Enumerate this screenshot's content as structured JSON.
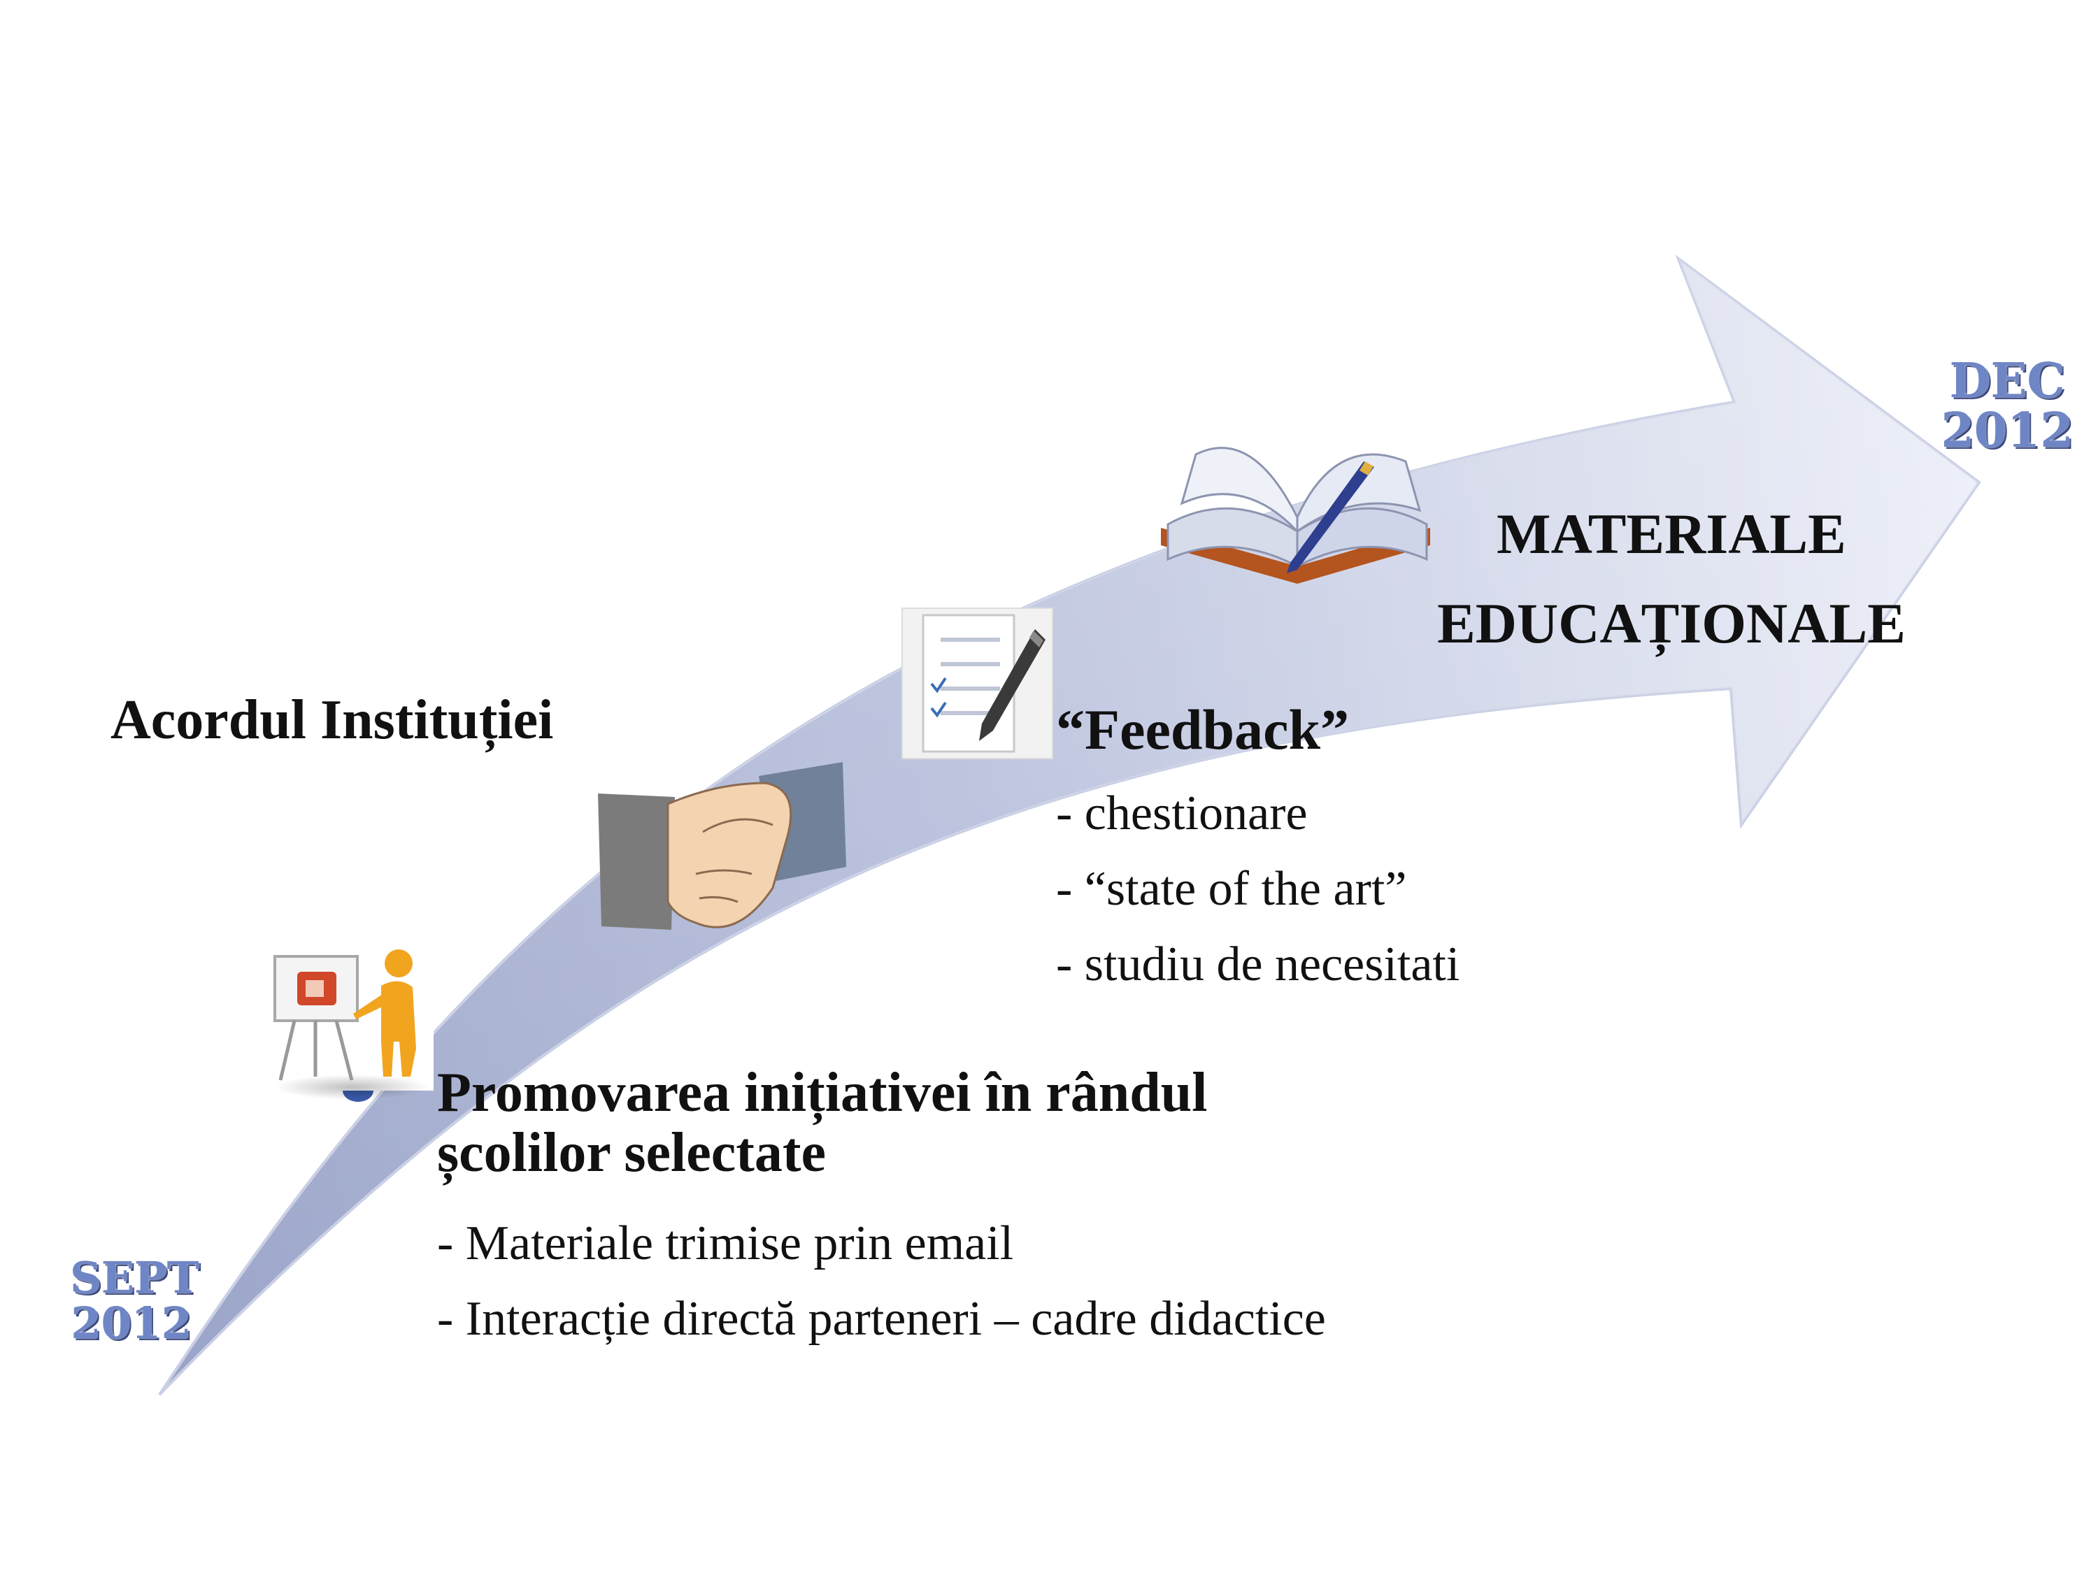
{
  "colors": {
    "arrow_light": "#eef1f8",
    "arrow_dark": "#aab3d3",
    "date_text": "#6f86c6"
  },
  "dates": {
    "start": {
      "line1": "SEPT",
      "line2": "2012"
    },
    "end": {
      "line1": "DEC",
      "line2": "2012"
    }
  },
  "steps": {
    "promo": {
      "title_line1": "Promovarea  inițiativei în rândul",
      "title_line2": "școlilor selectate",
      "items": [
        "- Materiale trimise prin email",
        "- Interacție directă parteneri – cadre didactice"
      ]
    },
    "agreement": {
      "title": "Acordul Instituției"
    },
    "feedback": {
      "title": "“Feedback”",
      "items": [
        "- chestionare",
        "- “state of the art”",
        "- studiu de necesitati"
      ]
    },
    "materials": {
      "title_line1": "MATERIALE",
      "title_line2": "EDUCAȚIONALE"
    }
  },
  "icons": [
    "presentation-icon",
    "handshake-icon",
    "checklist-pen-icon",
    "open-book-pen-icon"
  ]
}
